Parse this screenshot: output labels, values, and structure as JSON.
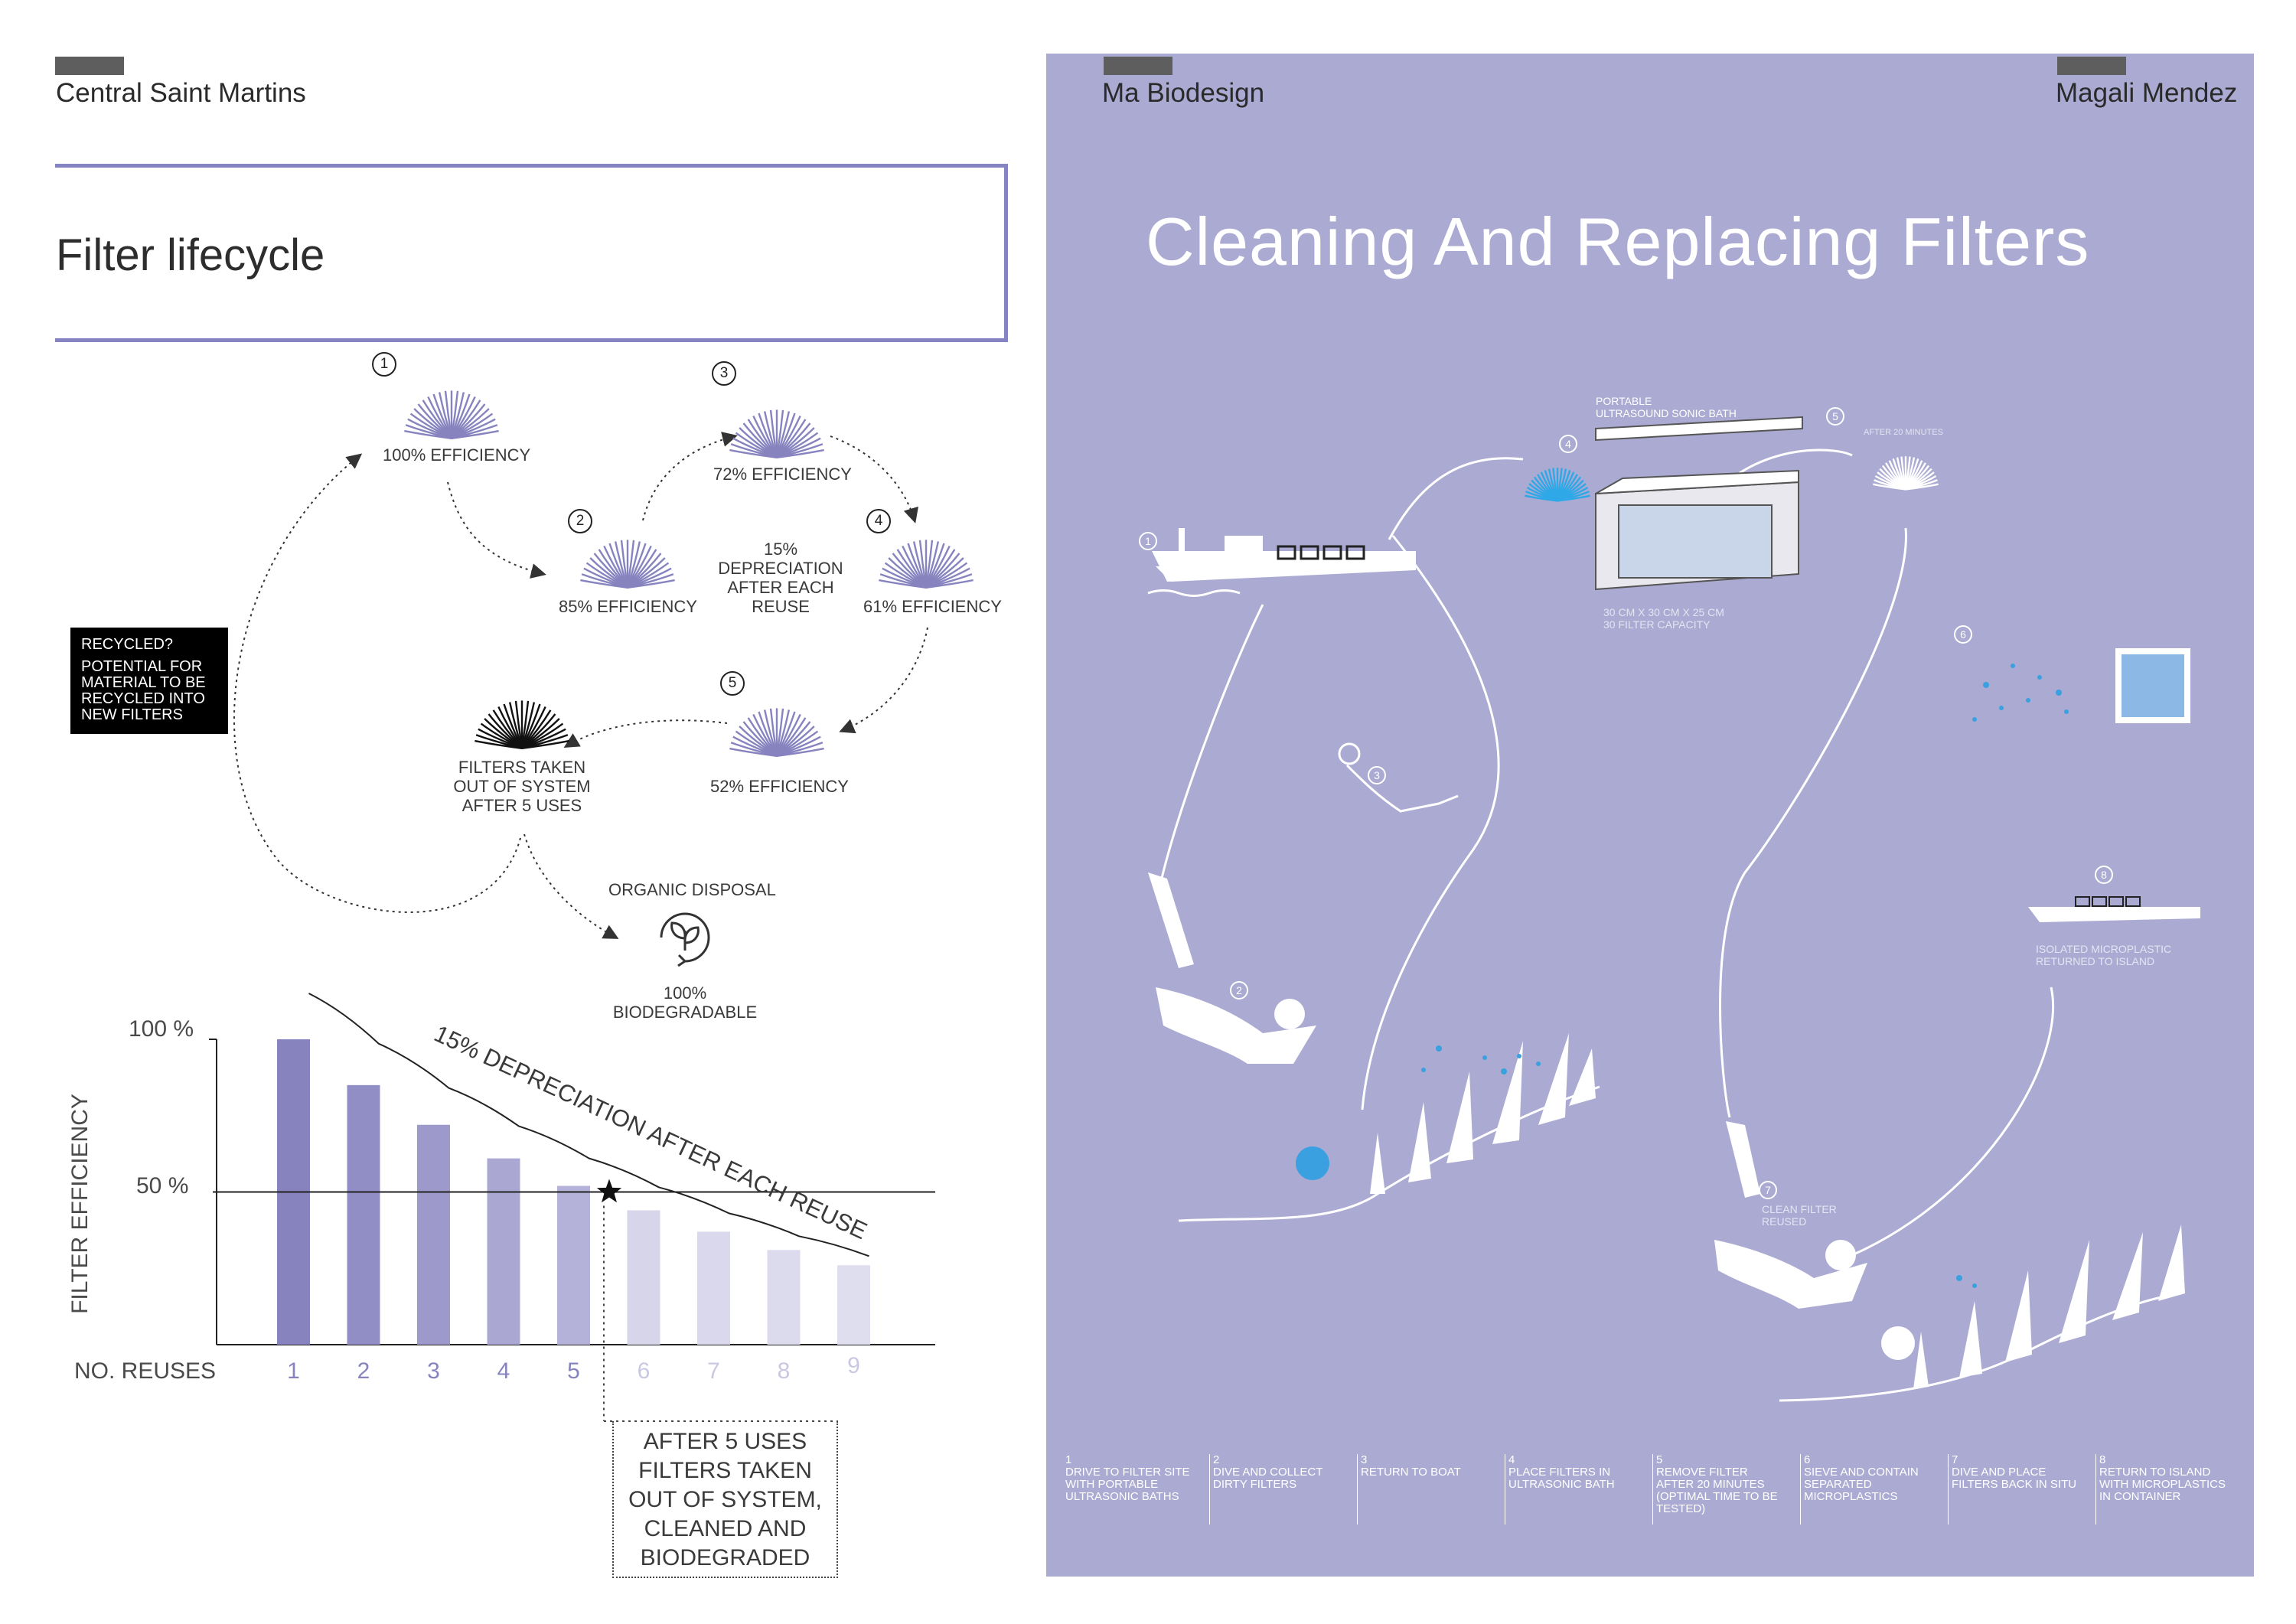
{
  "header": {
    "left": "Central Saint Martins",
    "center": "Ma Biodesign",
    "right": "Magali Mendez"
  },
  "left_title": "Filter lifecycle",
  "lifecycle": {
    "nodes": [
      {
        "num": "1",
        "label": "100% EFFICIENCY"
      },
      {
        "num": "2",
        "label": "85% EFFICIENCY"
      },
      {
        "num": "3",
        "label": "72% EFFICIENCY"
      },
      {
        "num": "4",
        "label": "61% EFFICIENCY"
      },
      {
        "num": "5",
        "label": "52% EFFICIENCY"
      }
    ],
    "center_note": [
      "15%",
      "DEPRECIATION",
      "AFTER EACH",
      "REUSE"
    ],
    "removed": [
      "FILTERS TAKEN",
      "OUT OF SYSTEM",
      "AFTER 5 USES"
    ],
    "recycled_title": "RECYCLED?",
    "recycled_body": [
      "POTENTIAL FOR",
      "MATERIAL TO BE",
      "RECYCLED INTO",
      "NEW FILTERS"
    ],
    "disposal_title": "ORGANIC DISPOSAL",
    "disposal_note": [
      "100%",
      "BIODEGRADABLE"
    ]
  },
  "chart_data": {
    "type": "bar",
    "ylabel": "FILTER EFFICIENCY",
    "xlabel": "NO. REUSES",
    "ytick_labels": [
      "100 %",
      "50 %"
    ],
    "yticks": [
      100,
      50
    ],
    "ylim": [
      0,
      100
    ],
    "categories": [
      "1",
      "2",
      "3",
      "4",
      "5",
      "6",
      "7",
      "8",
      "9"
    ],
    "values": [
      100,
      85,
      72,
      61,
      52,
      44,
      37,
      31,
      26
    ],
    "bar_colors": [
      "#8683bf",
      "#918ec5",
      "#9d9acb",
      "#aaa8d2",
      "#b4b2d8",
      "#d6d5ea",
      "#d9d8ec",
      "#dcdbed",
      "#dfdeef"
    ],
    "label_colors": [
      "#8683bf",
      "#8683bf",
      "#8683bf",
      "#8683bf",
      "#8683bf",
      "#c9c8e2",
      "#c9c8e2",
      "#c9c8e2",
      "#c9c8e2"
    ],
    "curve_label": "15% DEPRECIATION AFTER EACH REUSE",
    "threshold": 50,
    "annotation": [
      "AFTER 5 USES",
      "FILTERS TAKEN",
      "OUT OF SYSTEM,",
      "CLEANED AND",
      "BIODEGRADED"
    ]
  },
  "right": {
    "title": "Cleaning And Replacing Filters",
    "bath_label": [
      "PORTABLE",
      "ULTRASOUND SONIC BATH"
    ],
    "bath_spec": [
      "30 CM X 30 CM X 25 CM",
      "30 FILTER CAPACITY"
    ],
    "after_label": "AFTER 20 MINUTES",
    "microplastic_label": [
      "ISOLATED MICROPLASTIC",
      "RETURNED TO ISLAND"
    ],
    "clean_label": [
      "CLEAN FILTER",
      "REUSED"
    ],
    "diagram_nums": [
      "1",
      "2",
      "3",
      "4",
      "5",
      "6",
      "7",
      "8"
    ],
    "steps": [
      {
        "num": "1",
        "text": [
          "DRIVE TO FILTER SITE",
          "WITH PORTABLE",
          "ULTRASONIC BATHS"
        ]
      },
      {
        "num": "2",
        "text": [
          "DIVE AND COLLECT",
          "DIRTY FILTERS"
        ]
      },
      {
        "num": "3",
        "text": [
          "RETURN TO BOAT"
        ]
      },
      {
        "num": "4",
        "text": [
          "PLACE FILTERS IN",
          "ULTRASONIC BATH"
        ]
      },
      {
        "num": "5",
        "text": [
          "REMOVE FILTER",
          "AFTER 20 MINUTES",
          "(OPTIMAL TIME TO BE",
          "TESTED)"
        ]
      },
      {
        "num": "6",
        "text": [
          "SIEVE AND CONTAIN",
          "SEPARATED",
          "MICROPLASTICS"
        ]
      },
      {
        "num": "7",
        "text": [
          "DIVE AND PLACE",
          "FILTERS BACK IN SITU"
        ]
      },
      {
        "num": "8",
        "text": [
          "RETURN TO ISLAND",
          "WITH MICROPLASTICS",
          "IN CONTAINER"
        ]
      }
    ]
  }
}
